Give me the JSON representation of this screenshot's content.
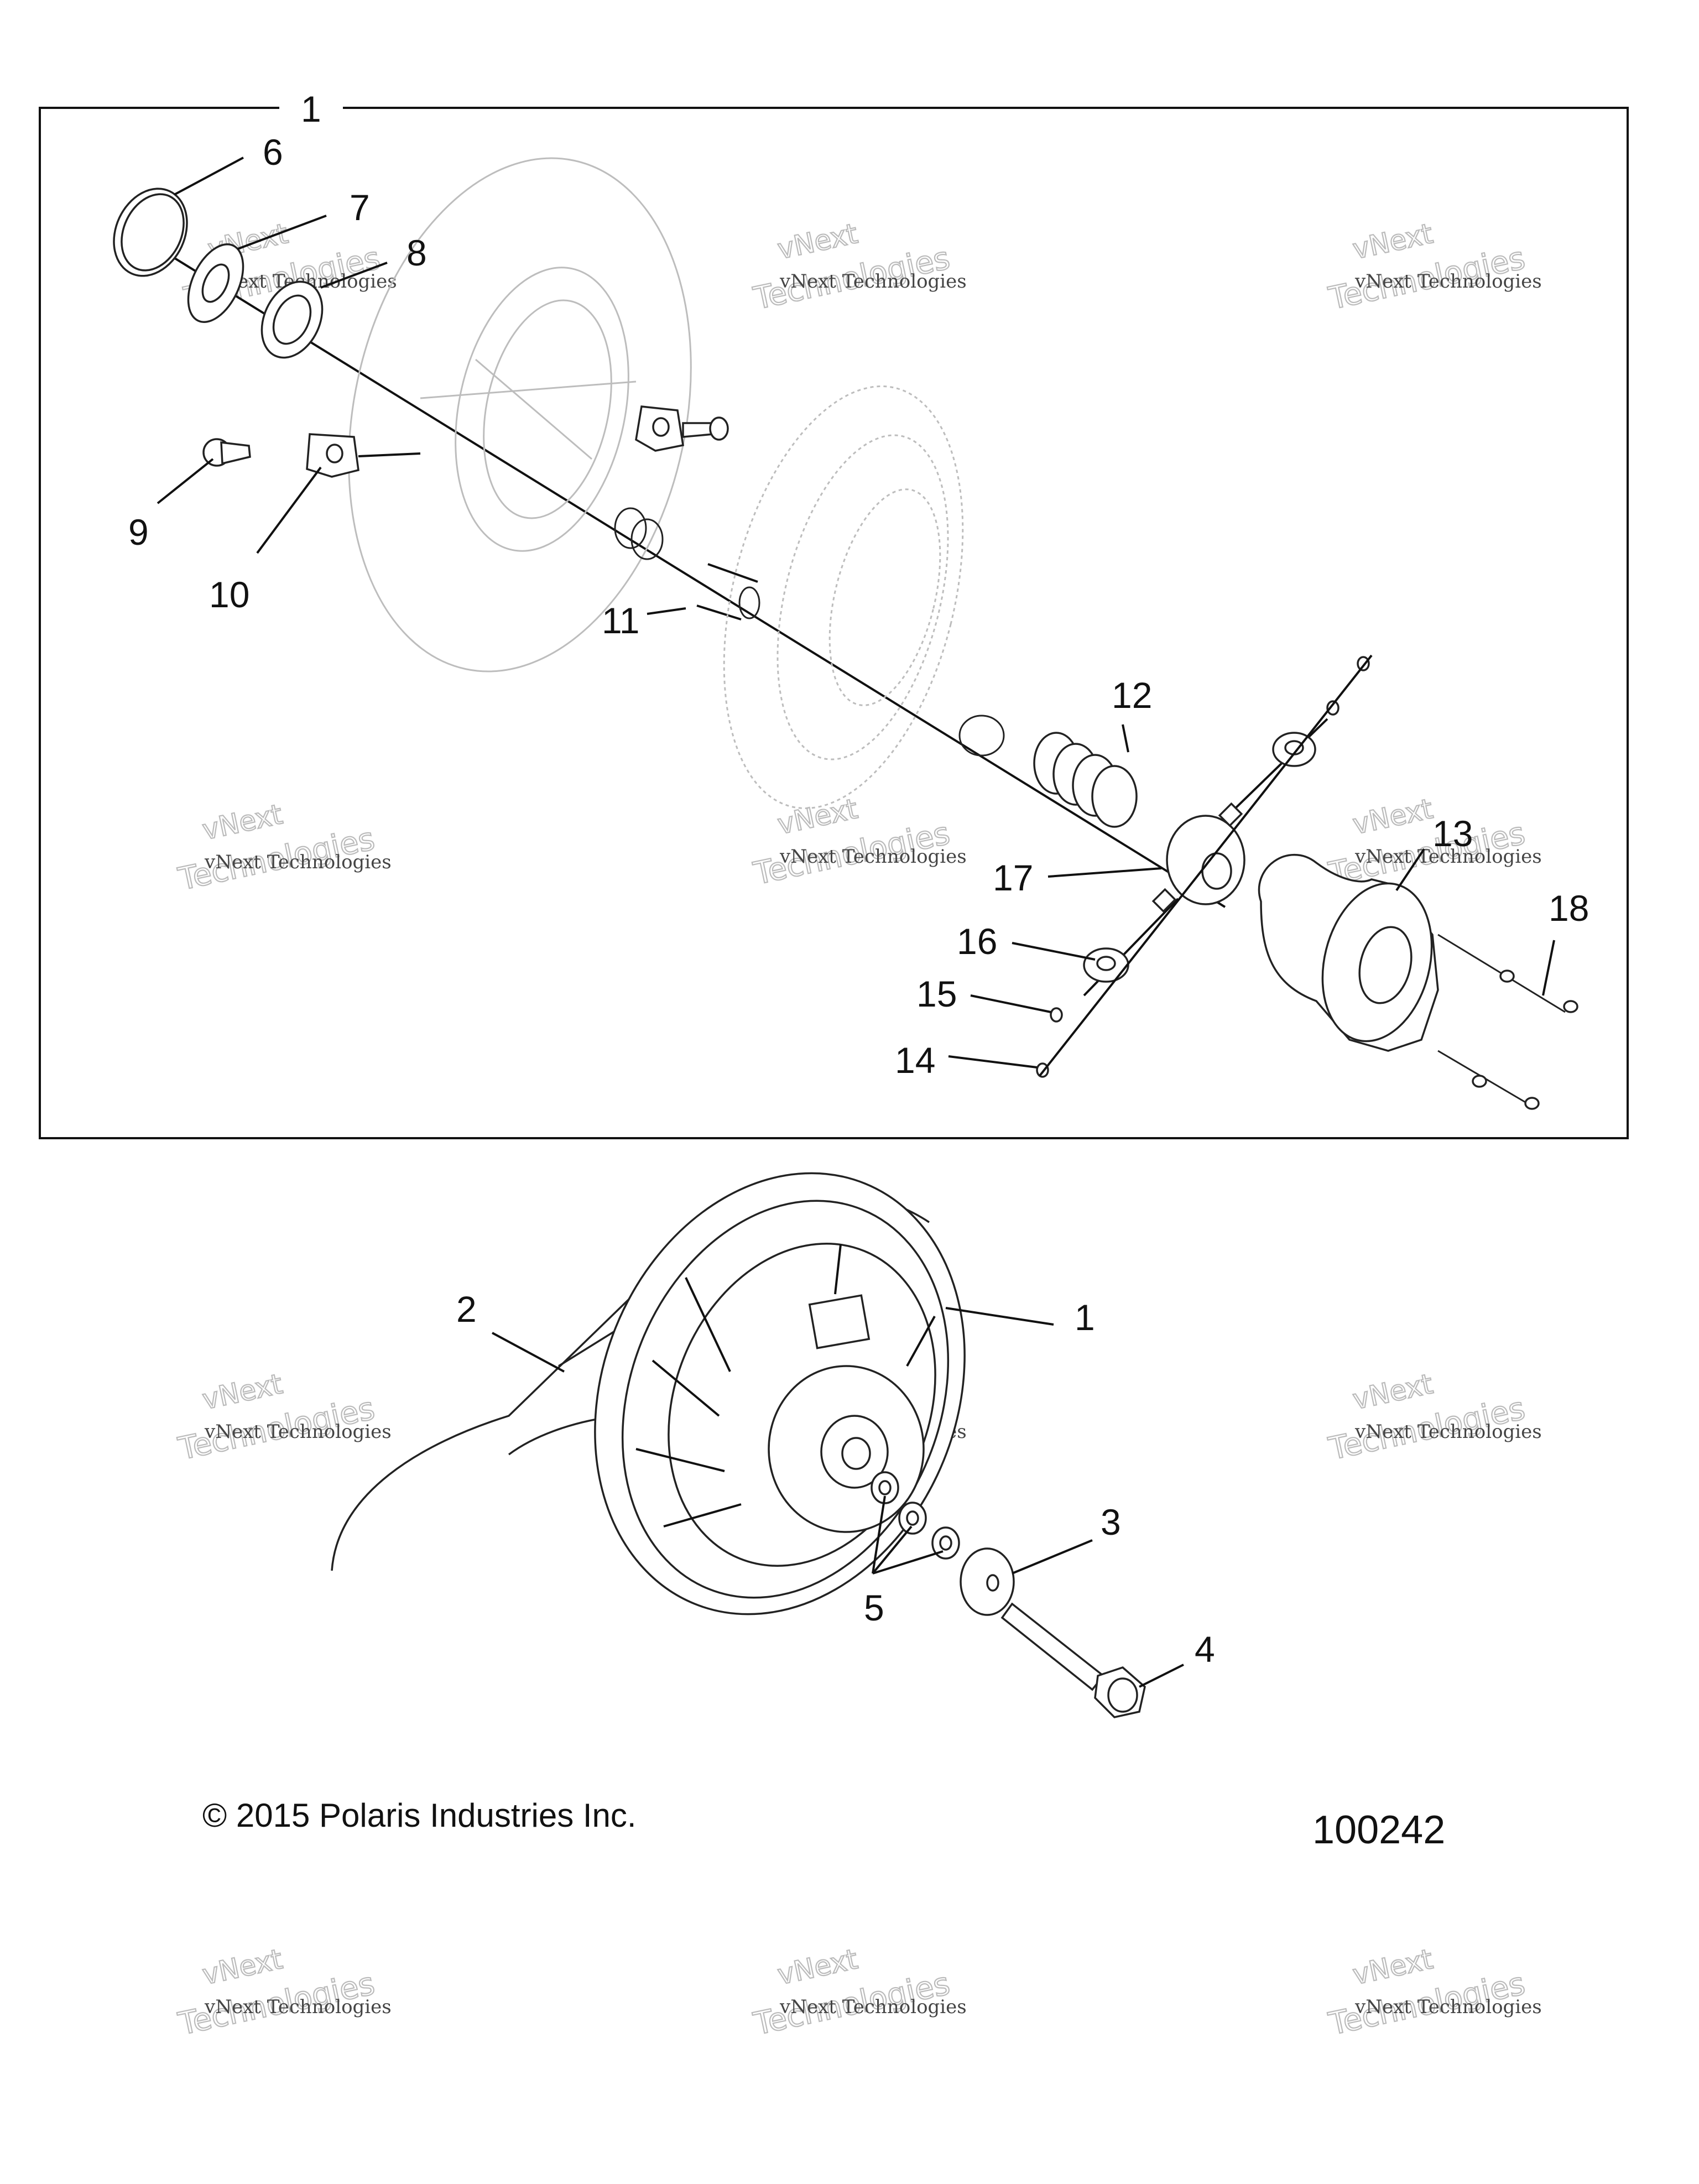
{
  "labels": {
    "l1_top": "1",
    "l6": "6",
    "l7": "7",
    "l8": "8",
    "l9": "9",
    "l10": "10",
    "l11": "11",
    "l12": "12",
    "l13": "13",
    "l14": "14",
    "l15": "15",
    "l16": "16",
    "l17": "17",
    "l18": "18",
    "l2": "2",
    "l1_bottom": "1",
    "l3": "3",
    "l4": "4",
    "l5": "5"
  },
  "footer": {
    "copyright": "© 2015 Polaris Industries Inc.",
    "diagram_number": "100242"
  },
  "watermark": {
    "line_small": "vNext Technologies",
    "line_top": "vNext",
    "line_large": "Technologies"
  }
}
